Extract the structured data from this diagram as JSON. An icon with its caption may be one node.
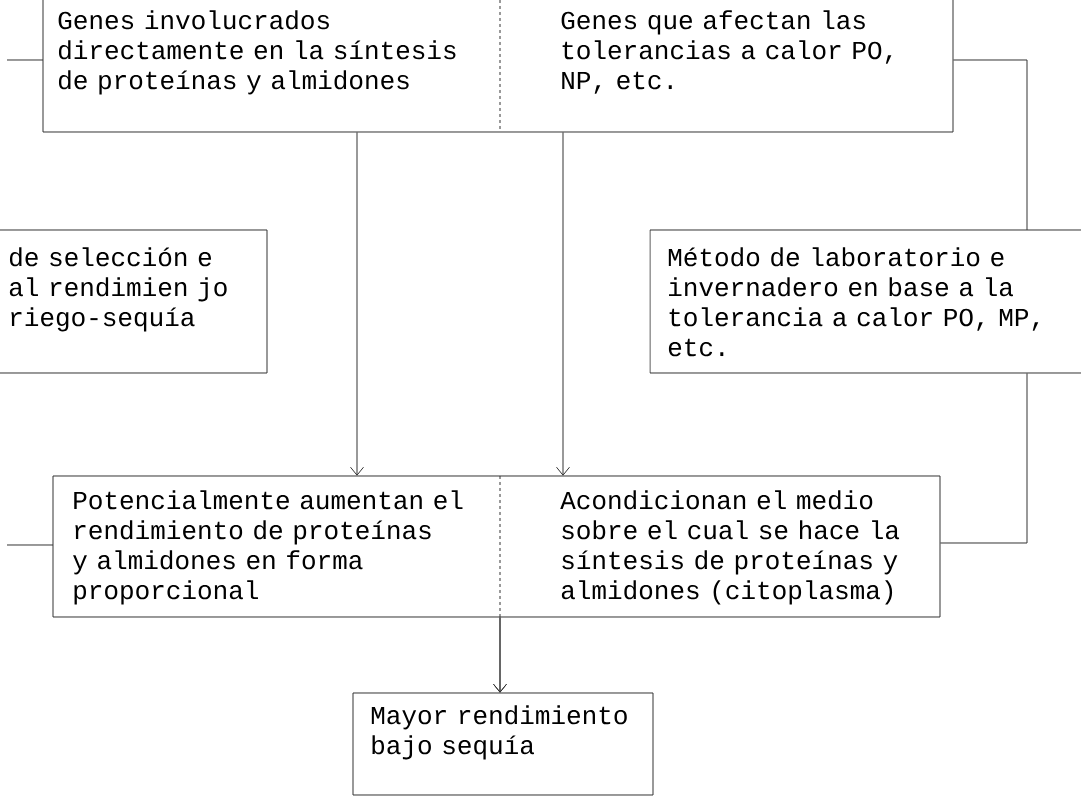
{
  "diagram": {
    "nodes": [
      {
        "text": [
          "Genes involucrados directamente en la síntesis de proteínas y almidones"
        ]
      },
      {
        "text": [
          "Genes que afectan las tolerancias a calor PO, NP, etc."
        ]
      },
      {
        "text": [
          "de selección e al rendimien jo riego-sequía"
        ]
      },
      {
        "text": [
          "Método de laboratorio e invernadero en base a la tolerancia a calor PO, MP, etc."
        ]
      },
      {
        "text": [
          "Potencialmente aumentan el rendimiento de proteínas y almidones en forma proporcional"
        ]
      },
      {
        "text": [
          "Acondicionan el medio sobre el cual se hace la síntesis de proteínas y almidones (citoplasma)"
        ]
      },
      {
        "text": [
          "Mayor rendimiento bajo sequía"
        ]
      }
    ],
    "edges": [
      {
        "from": null,
        "to": 0,
        "arrow": "none"
      },
      {
        "from": 1,
        "to": 3,
        "arrow": "none"
      },
      {
        "from": 0,
        "to": 4,
        "arrow": "to"
      },
      {
        "from": 1,
        "to": 5,
        "arrow": "to"
      },
      {
        "from": 3,
        "to": 5,
        "arrow": "none"
      },
      {
        "from": null,
        "to": 4,
        "arrow": "none"
      },
      {
        "from": 4,
        "to": 6,
        "arrow": "to"
      },
      {
        "from": 5,
        "to": 6,
        "arrow": "to"
      }
    ]
  }
}
